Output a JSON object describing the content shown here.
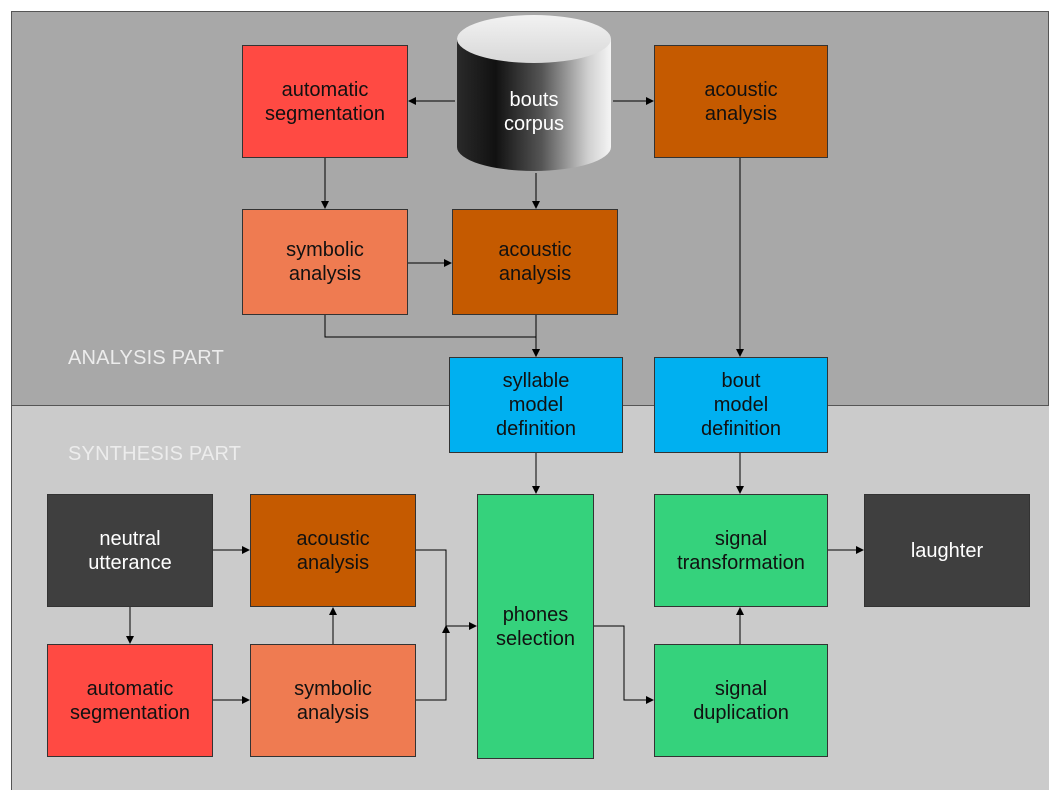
{
  "sections": {
    "analysis_label": "ANALYSIS PART",
    "synthesis_label": "SYNTHESIS PART"
  },
  "corpus": {
    "label": "bouts\ncorpus"
  },
  "analysis": {
    "auto_segmentation": "automatic\nsegmentation",
    "acoustic_analysis_top": "acoustic\nanalysis",
    "symbolic_analysis": "symbolic\nanalysis",
    "acoustic_analysis_mid": "acoustic\nanalysis",
    "syllable_model": "syllable\nmodel\ndefinition",
    "bout_model": "bout\nmodel\ndefinition"
  },
  "synthesis": {
    "neutral_utterance": "neutral\nutterance",
    "acoustic_analysis": "acoustic\nanalysis",
    "auto_segmentation": "automatic\nsegmentation",
    "symbolic_analysis": "symbolic\nanalysis",
    "phones_selection": "phones\nselection",
    "signal_transformation": "signal\ntransformation",
    "laughter": "laughter",
    "signal_duplication": "signal\nduplication"
  },
  "colors": {
    "analysis_bg": "#a8a8a8",
    "synthesis_bg": "#cbcbcb",
    "red": "#ff4a43",
    "salmon": "#ef7b51",
    "brown": "#c55a00",
    "blue": "#00b0f0",
    "green": "#35d27c",
    "dark": "#3f3f3f"
  }
}
